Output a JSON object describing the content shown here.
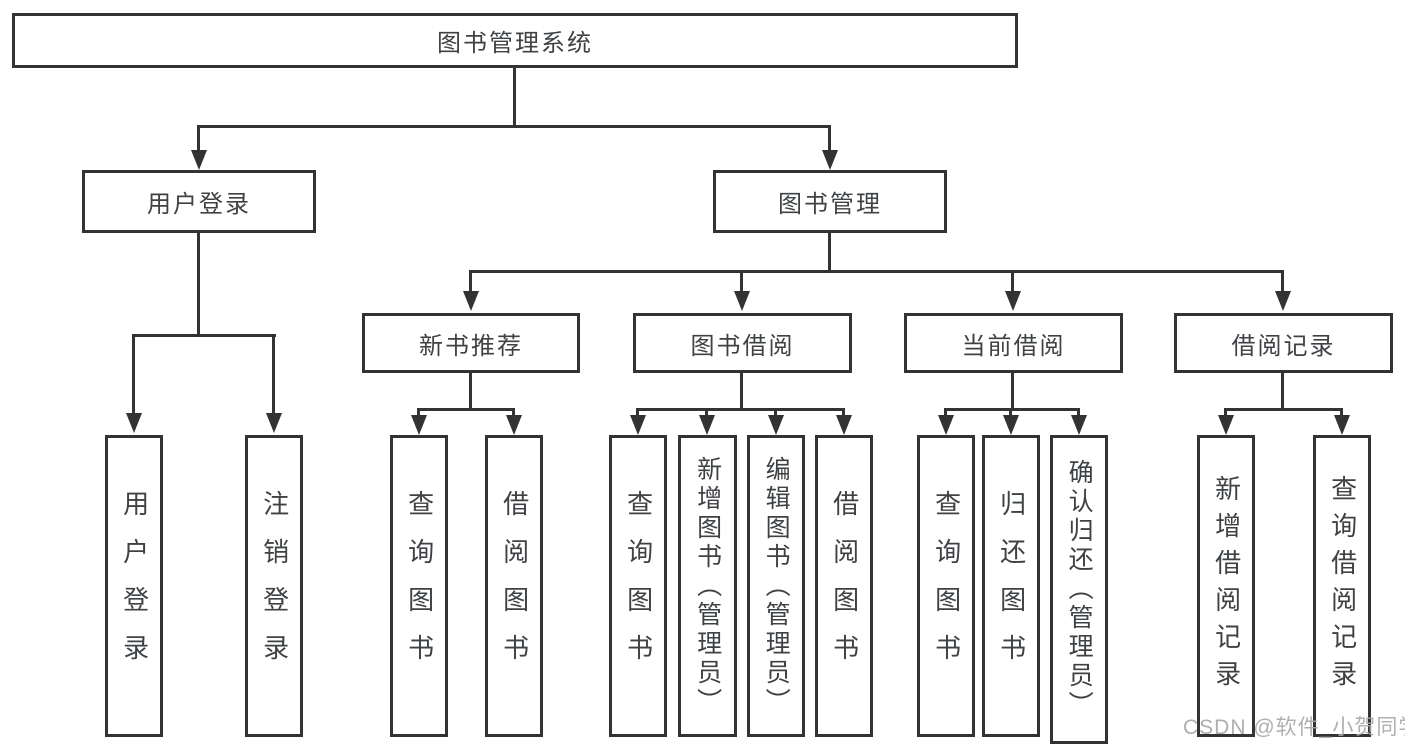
{
  "diagram": {
    "title": "图书管理系统",
    "level2": {
      "user_login": "用户登录",
      "book_management": "图书管理"
    },
    "level3": {
      "new_book_recommend": "新书推荐",
      "book_borrow": "图书借阅",
      "current_borrow": "当前借阅",
      "borrow_records": "借阅记录"
    },
    "leaves": {
      "user_login": [
        "用户登录",
        "注销登录"
      ],
      "new_book_recommend": [
        "查询图书",
        "借阅图书"
      ],
      "book_borrow": [
        "查询图书",
        "新增图书（管理员）",
        "编辑图书（管理员）",
        "借阅图书"
      ],
      "current_borrow": [
        "查询图书",
        "归还图书",
        "确认归还（管理员）"
      ],
      "borrow_records": [
        "新增借阅记录",
        "查询借阅记录"
      ]
    },
    "watermark": "CSDN @软件_小贺同学",
    "colors": {
      "line": "#333333",
      "text": "#3f4245",
      "background": "#ffffff",
      "watermark": "#a8a8a8"
    }
  }
}
